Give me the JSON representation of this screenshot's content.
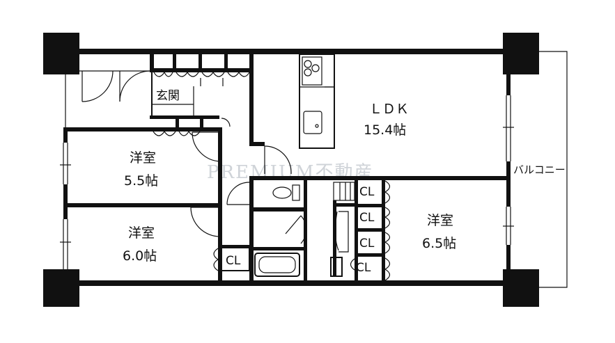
{
  "rooms": {
    "ldk": {
      "name": "ＬＤＫ",
      "size": "15.4帖"
    },
    "bedroom_55": {
      "name": "洋室",
      "size": "5.5帖"
    },
    "bedroom_60": {
      "name": "洋室",
      "size": "6.0帖"
    },
    "bedroom_65": {
      "name": "洋室",
      "size": "6.5帖"
    },
    "entrance": {
      "name": "玄関"
    },
    "balcony": {
      "name": "バルコニー"
    }
  },
  "closets": {
    "label": "CL"
  },
  "watermark": {
    "text": "PREMIUM不動産"
  },
  "colors": {
    "wall": "#111111",
    "background": "#ffffff",
    "watermark": "#cfd3d8"
  }
}
